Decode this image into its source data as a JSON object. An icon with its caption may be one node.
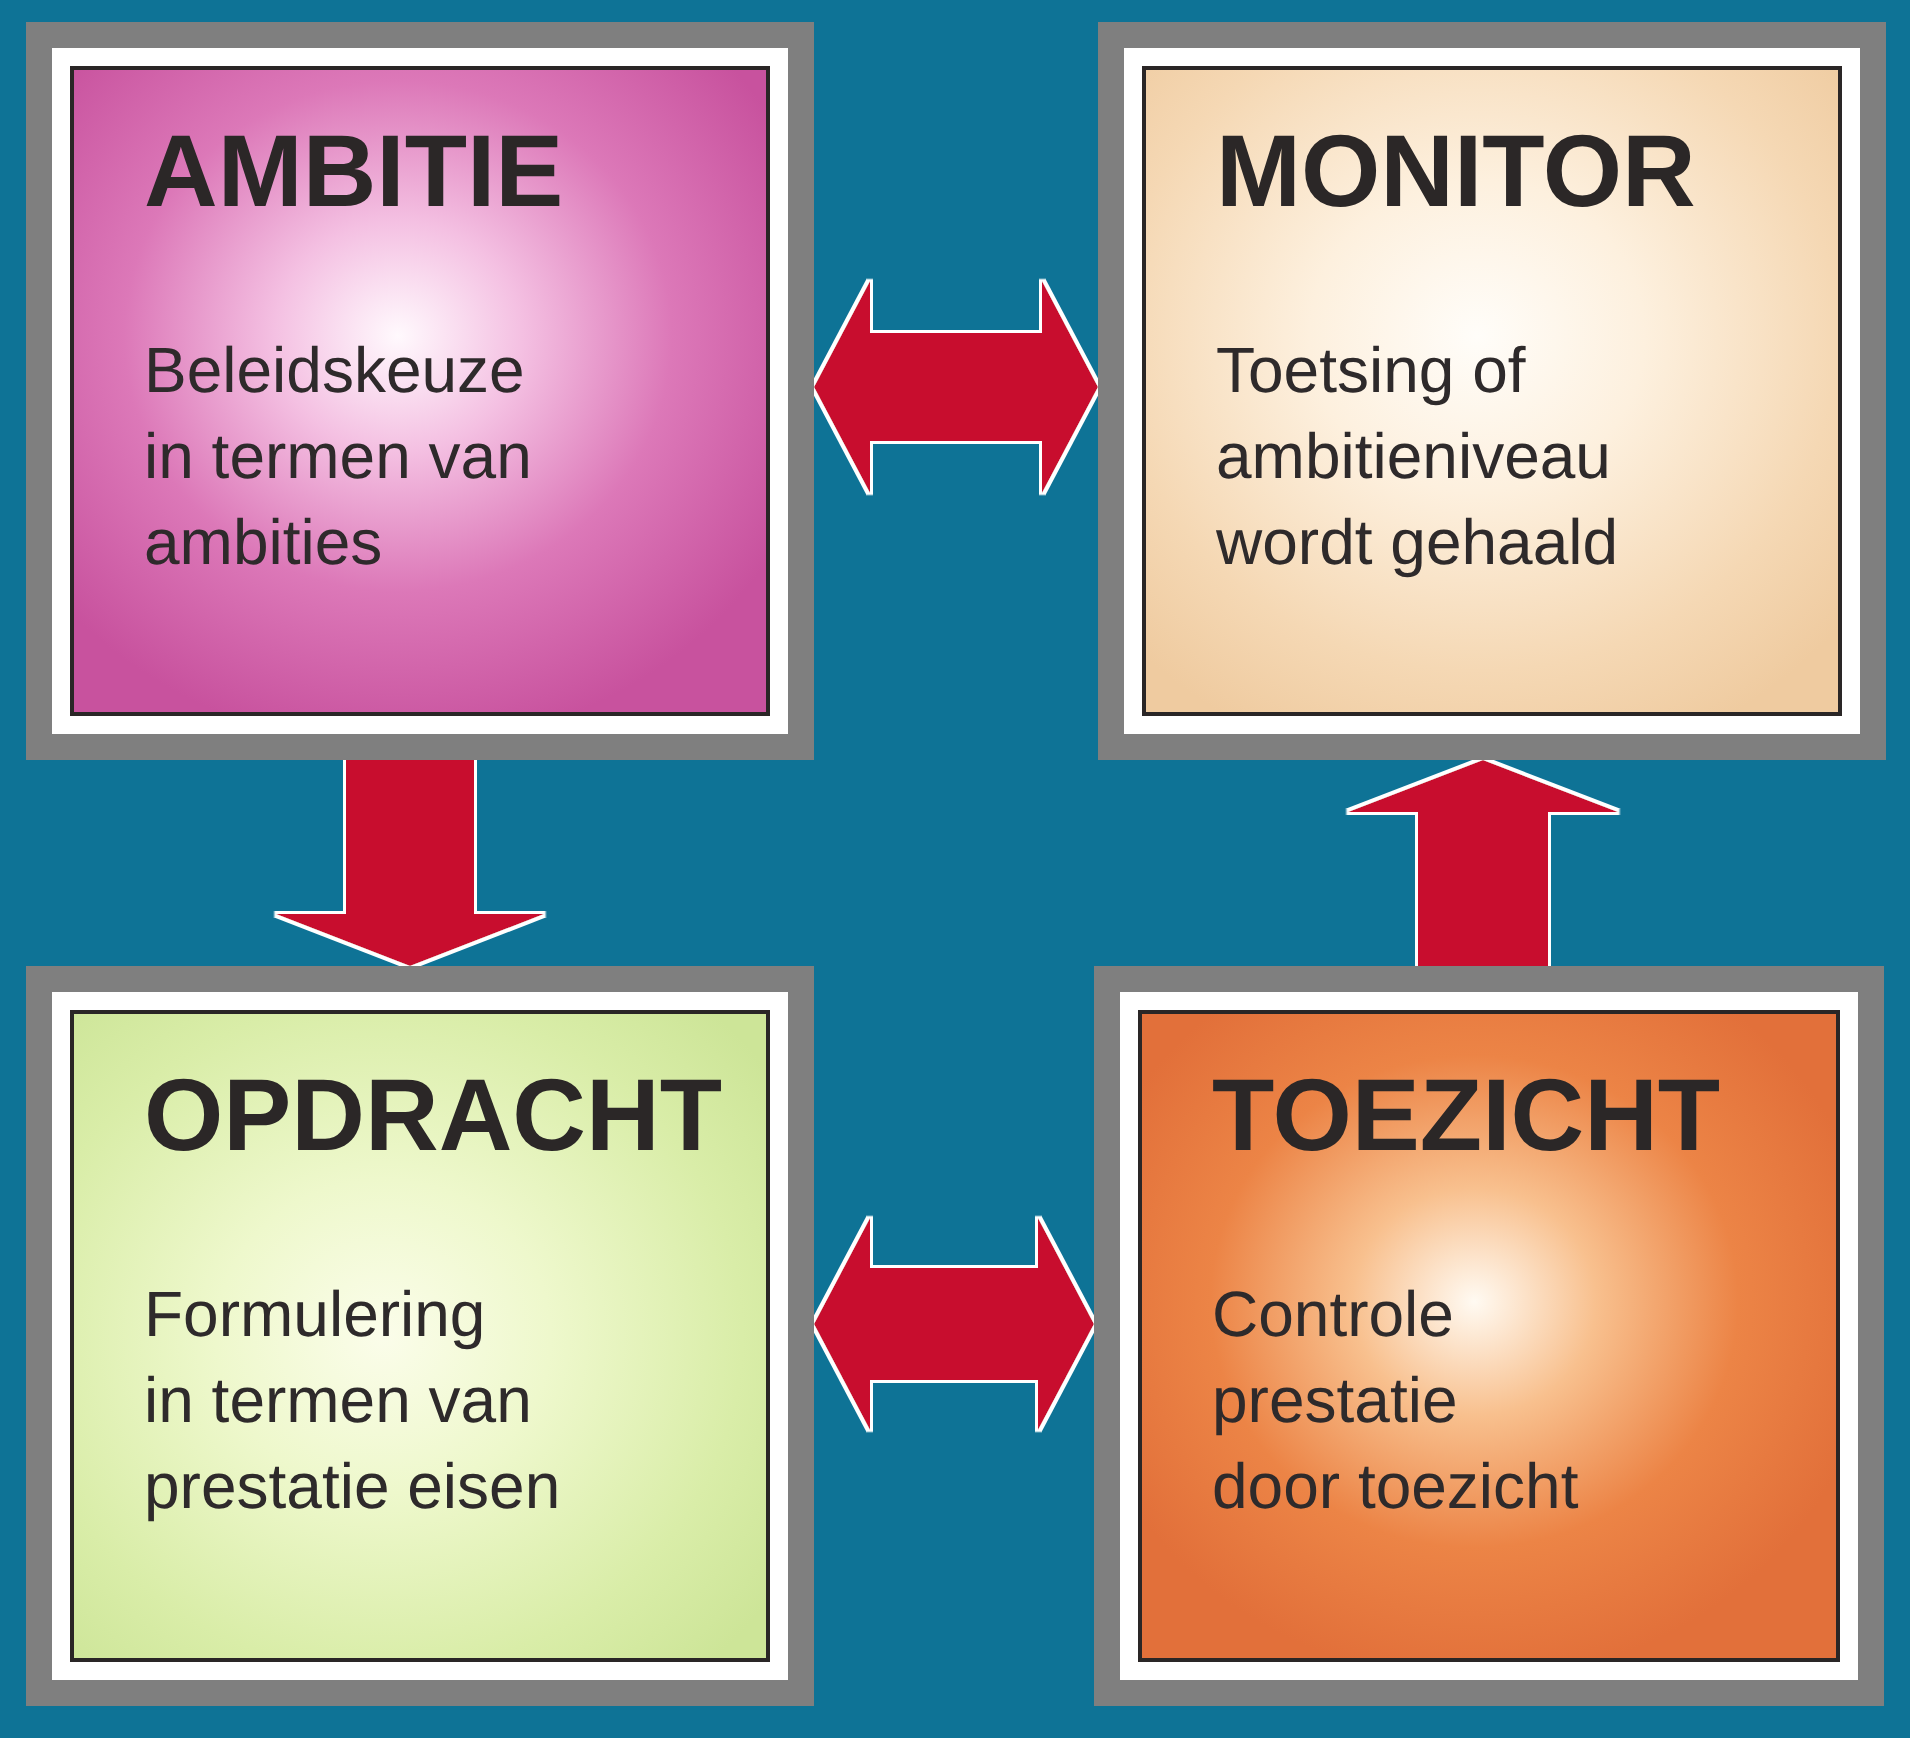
{
  "diagram": {
    "nodes": [
      {
        "text": [
          "AMBITIE",
          "Beleidskeuze in termen van ambities"
        ]
      },
      {
        "text": [
          "MONITOR",
          "Toetsing of ambitieniveau wordt gehaald"
        ]
      },
      {
        "text": [
          "OPDRACHT",
          "Formulering in termen van prestatie eisen"
        ]
      },
      {
        "text": [
          "TOEZICHT",
          "Controle prestatie door toezicht"
        ]
      }
    ],
    "edges": [
      {
        "from": 0,
        "to": 1,
        "arrow": "both"
      },
      {
        "from": 0,
        "to": 2,
        "arrow": "to"
      },
      {
        "from": 2,
        "to": 3,
        "arrow": "both"
      },
      {
        "from": 3,
        "to": 1,
        "arrow": "to"
      }
    ]
  }
}
